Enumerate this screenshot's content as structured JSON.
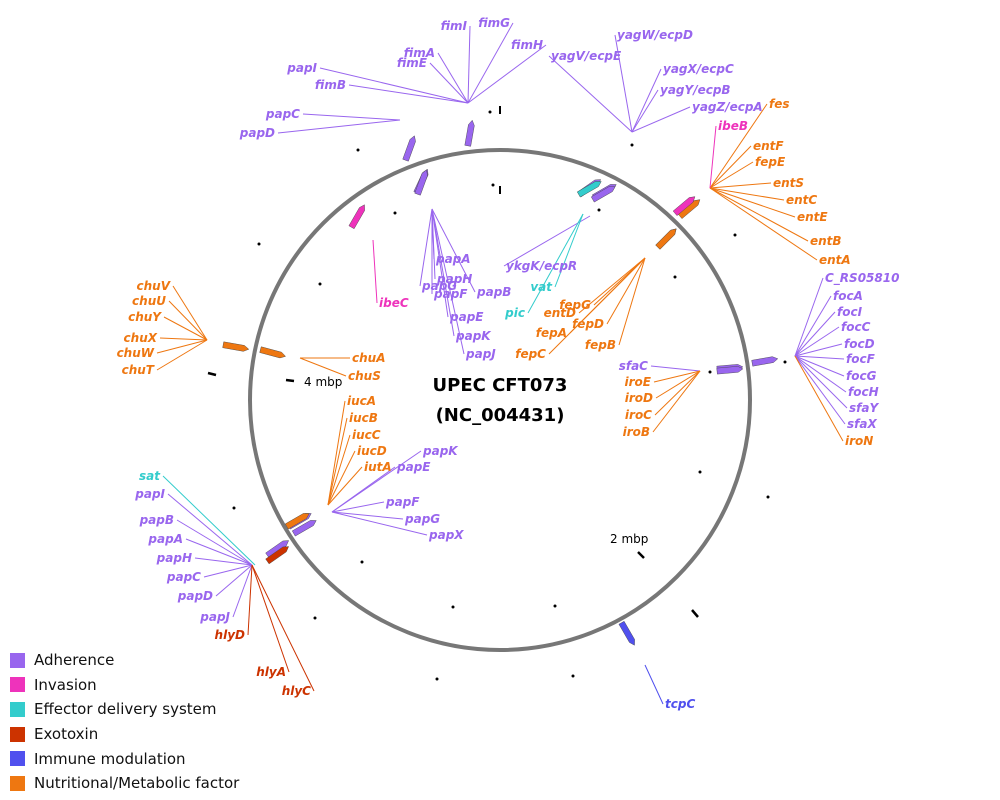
{
  "title": "UPEC CFT073",
  "subtitle": "(NC_004431)",
  "scale_labels": {
    "two": "2 mbp",
    "four": "4 mbp"
  },
  "colors": {
    "adherence": "#9966ee",
    "invasion": "#ee33bb",
    "effector": "#33cccc",
    "exotoxin": "#cc3300",
    "immune": "#5050ee",
    "nutritional": "#ee7711"
  },
  "legend": [
    {
      "label": "Adherence",
      "color": "#9966ee"
    },
    {
      "label": "Invasion",
      "color": "#ee33bb"
    },
    {
      "label": "Effector delivery system",
      "color": "#33cccc"
    },
    {
      "label": "Exotoxin",
      "color": "#cc3300"
    },
    {
      "label": "Immune modulation",
      "color": "#5050ee"
    },
    {
      "label": "Nutritional/Metabolic factor",
      "color": "#ee7711"
    }
  ],
  "clusters": [
    {
      "category": "adherence",
      "labels": [
        "papI",
        "fimB",
        "fimE",
        "fimA",
        "fimI",
        "fimG",
        "fimH"
      ]
    },
    {
      "category": "adherence",
      "labels": [
        "papC",
        "papD"
      ]
    },
    {
      "category": "adherence",
      "labels": [
        "yagV/ecpE",
        "yagW/ecpD",
        "yagX/ecpC",
        "yagY/ecpB",
        "yagZ/ecpA"
      ]
    },
    {
      "category": "nutritional",
      "labels": [
        "fes",
        "entF",
        "fepE",
        "entS",
        "entC",
        "entE",
        "entB",
        "entA"
      ]
    },
    {
      "category": "invasion",
      "labels": [
        "ibeB"
      ]
    },
    {
      "category": "adherence",
      "labels": [
        "C_RS05810",
        "focA",
        "focI",
        "focC",
        "focD",
        "focF",
        "focG",
        "focH",
        "sfaY",
        "sfaX"
      ]
    },
    {
      "category": "nutritional",
      "labels": [
        "iroN"
      ]
    },
    {
      "category": "nutritional",
      "labels": [
        "chuV",
        "chuU",
        "chuY",
        "chuX",
        "chuW",
        "chuT"
      ]
    },
    {
      "category": "nutritional",
      "labels": [
        "chuA",
        "chuS"
      ]
    },
    {
      "category": "effector",
      "labels": [
        "sat"
      ]
    },
    {
      "category": "adherence",
      "labels": [
        "papI",
        "papB",
        "papA",
        "papH",
        "papC",
        "papD",
        "papJ"
      ]
    },
    {
      "category": "exotoxin",
      "labels": [
        "hlyD",
        "hlyA",
        "hlyC"
      ]
    },
    {
      "category": "immune",
      "labels": [
        "tcpC"
      ]
    },
    {
      "category": "adherence",
      "labels": [
        "papA",
        "papG",
        "papH",
        "papF",
        "papE",
        "papK",
        "papJ",
        "papB"
      ]
    },
    {
      "category": "invasion",
      "labels": [
        "ibeC"
      ]
    },
    {
      "category": "adherence",
      "labels": [
        "ykgK/ecpR"
      ]
    },
    {
      "category": "effector",
      "labels": [
        "vat",
        "pic"
      ]
    },
    {
      "category": "nutritional",
      "labels": [
        "entD",
        "fepG",
        "fepA",
        "fepD",
        "fepC",
        "fepB"
      ]
    },
    {
      "category": "adherence",
      "labels": [
        "sfaC"
      ]
    },
    {
      "category": "nutritional",
      "labels": [
        "iroE",
        "iroD",
        "iroC",
        "iroB"
      ]
    },
    {
      "category": "nutritional",
      "labels": [
        "iucA",
        "iucB",
        "iucC",
        "iucD",
        "iutA"
      ]
    },
    {
      "category": "adherence",
      "labels": [
        "papK",
        "papE",
        "papF",
        "papG",
        "papX"
      ]
    }
  ]
}
